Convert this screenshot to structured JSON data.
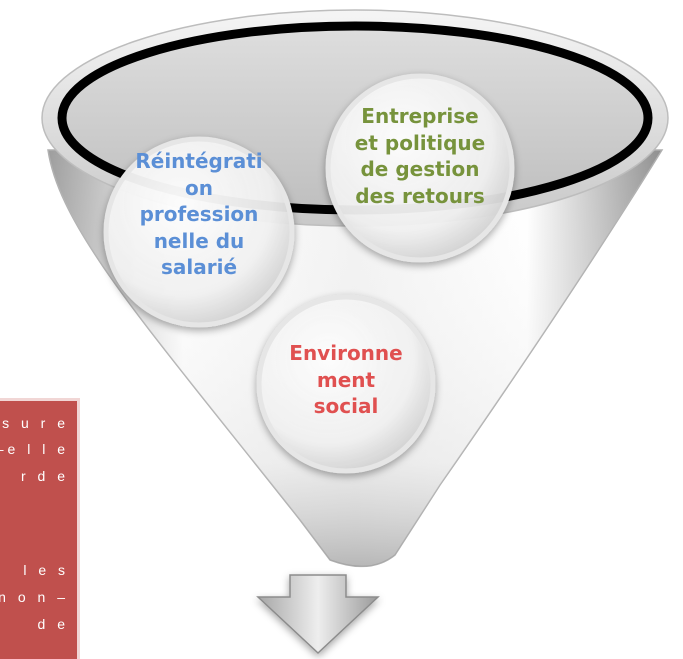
{
  "funnel": {
    "colors": {
      "body_light": "#ffffff",
      "body_shade": "#b9b9b9",
      "rim_fill": "#c9c9c9",
      "outline": "#000000"
    }
  },
  "circles": [
    {
      "lines": [
        "Réintégrati",
        "on",
        "profession",
        "nelle du",
        "salarié"
      ],
      "color": "#5b8fd6"
    },
    {
      "lines": [
        "Entreprise",
        "et politique",
        "de gestion",
        "des retours"
      ],
      "color": "#77933c"
    },
    {
      "lines": [
        "Environne",
        "ment",
        "social"
      ],
      "color": "#e05050"
    }
  ],
  "side_panel": {
    "color": "#c0504d",
    "lines": [
      "s u r e",
      "–e l l e",
      "r  d e",
      "",
      "l e s",
      "n o n –",
      "d e"
    ]
  },
  "arrow": {
    "direction": "down",
    "color": "#c8c8c8"
  }
}
